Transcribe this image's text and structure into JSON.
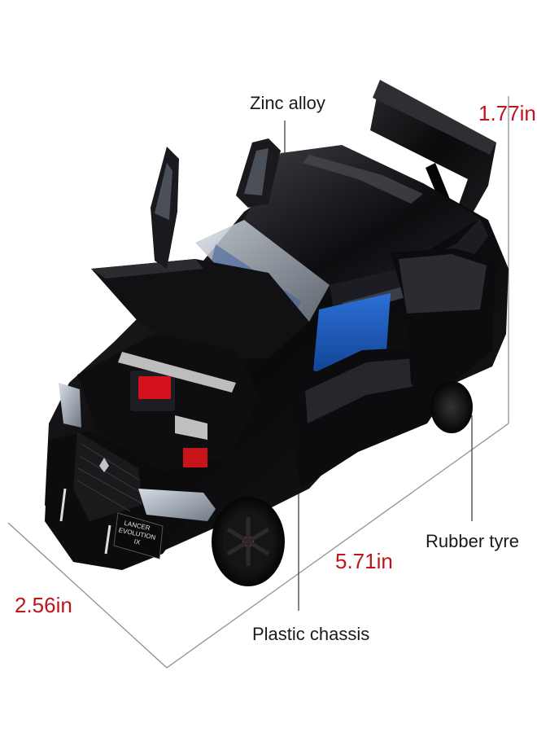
{
  "callouts": {
    "top": "Zinc alloy",
    "tyre": "Rubber tyre",
    "chassis": "Plastic chassis"
  },
  "dimensions": {
    "height": "1.77in",
    "length": "5.71in",
    "width": "2.56in"
  },
  "plate": {
    "line1": "LANCER",
    "line2": "EVOLUTION",
    "line3": "IX"
  },
  "colors": {
    "dimension_text": "#c0141c",
    "body": "#0b0b0d",
    "interior": "#1f5fbf",
    "engine_accent": "#d3121b"
  }
}
